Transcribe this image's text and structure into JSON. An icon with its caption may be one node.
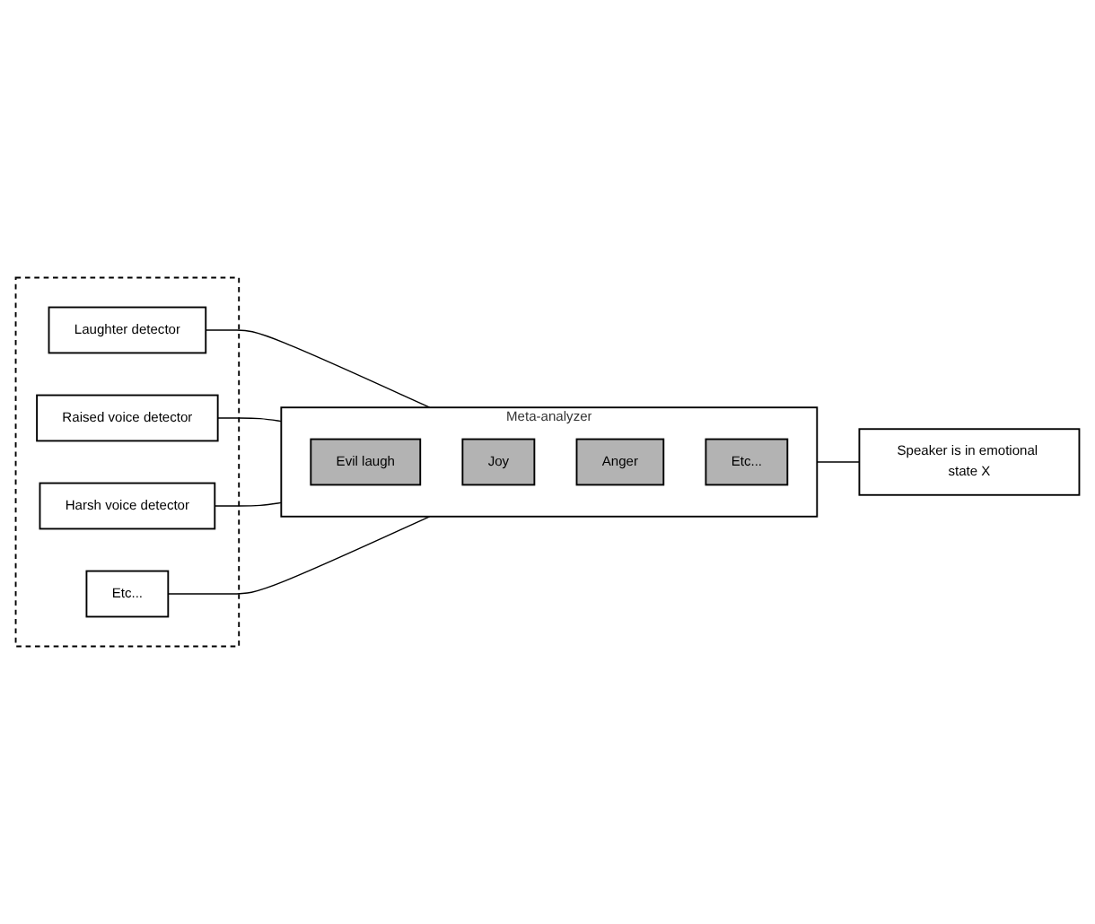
{
  "diagram": {
    "nodes": [
      {
        "text": [],
        "shape": "box"
      },
      {
        "text": [
          "Laughter detector"
        ],
        "in": 0
      },
      {
        "text": [
          "Raised voice detector"
        ],
        "in": 0
      },
      {
        "text": [
          "Harsh voice detector"
        ],
        "in": 0
      },
      {
        "text": [
          "Etc..."
        ],
        "in": 0
      },
      {
        "text": [
          "Meta-analyzer"
        ]
      },
      {
        "text": [
          "Evil laugh"
        ],
        "in": 5
      },
      {
        "text": [
          "Joy"
        ],
        "in": 5
      },
      {
        "text": [
          "Anger"
        ],
        "in": 5
      },
      {
        "text": [
          "Etc..."
        ],
        "in": 5
      },
      {
        "text": [
          "Speaker is in emotional state X"
        ]
      }
    ],
    "edges": [
      {
        "from": 1,
        "to": 5,
        "arrow": "none"
      },
      {
        "from": 2,
        "to": 5,
        "arrow": "none"
      },
      {
        "from": 3,
        "to": 5,
        "arrow": "none"
      },
      {
        "from": 4,
        "to": 5,
        "arrow": "none"
      },
      {
        "from": 5,
        "to": 10,
        "arrow": "none"
      }
    ]
  }
}
